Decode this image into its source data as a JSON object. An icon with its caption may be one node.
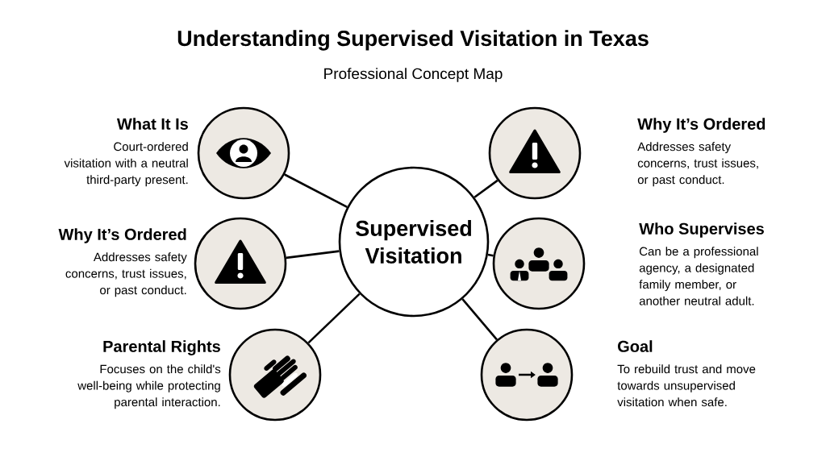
{
  "diagram": {
    "title": "Understanding Supervised Visitation in Texas",
    "caption": "Professional Concept Map",
    "nodes": [
      {
        "text": [
          "Supervised Visitation"
        ]
      },
      {
        "text": [
          "What It Is",
          "Court-ordered visitation with a neutral third-party present."
        ]
      },
      {
        "text": [
          "Why It’s Ordered",
          "Addresses safety concerns, trust issues, or past conduct."
        ]
      },
      {
        "text": [
          "Parental Rights",
          "Focuses on the child's well-being while protecting parental interaction."
        ]
      },
      {
        "text": [
          "Why It’s Ordered",
          "Addresses safety concerns, trust issues, or past conduct."
        ]
      },
      {
        "text": [
          "Who Supervises",
          "Can be a professional agency, a designated family member, or another neutral adult."
        ]
      },
      {
        "text": [
          "Goal",
          "To rebuild trust and move towards unsupervised visitation when safe."
        ]
      }
    ],
    "edges": [
      {
        "from": 0,
        "to": 1,
        "arrow": "none"
      },
      {
        "from": 0,
        "to": 2,
        "arrow": "none"
      },
      {
        "from": 0,
        "to": 3,
        "arrow": "none"
      },
      {
        "from": 0,
        "to": 4,
        "arrow": "none"
      },
      {
        "from": 0,
        "to": 5,
        "arrow": "none"
      },
      {
        "from": 0,
        "to": 6,
        "arrow": "none"
      }
    ]
  }
}
